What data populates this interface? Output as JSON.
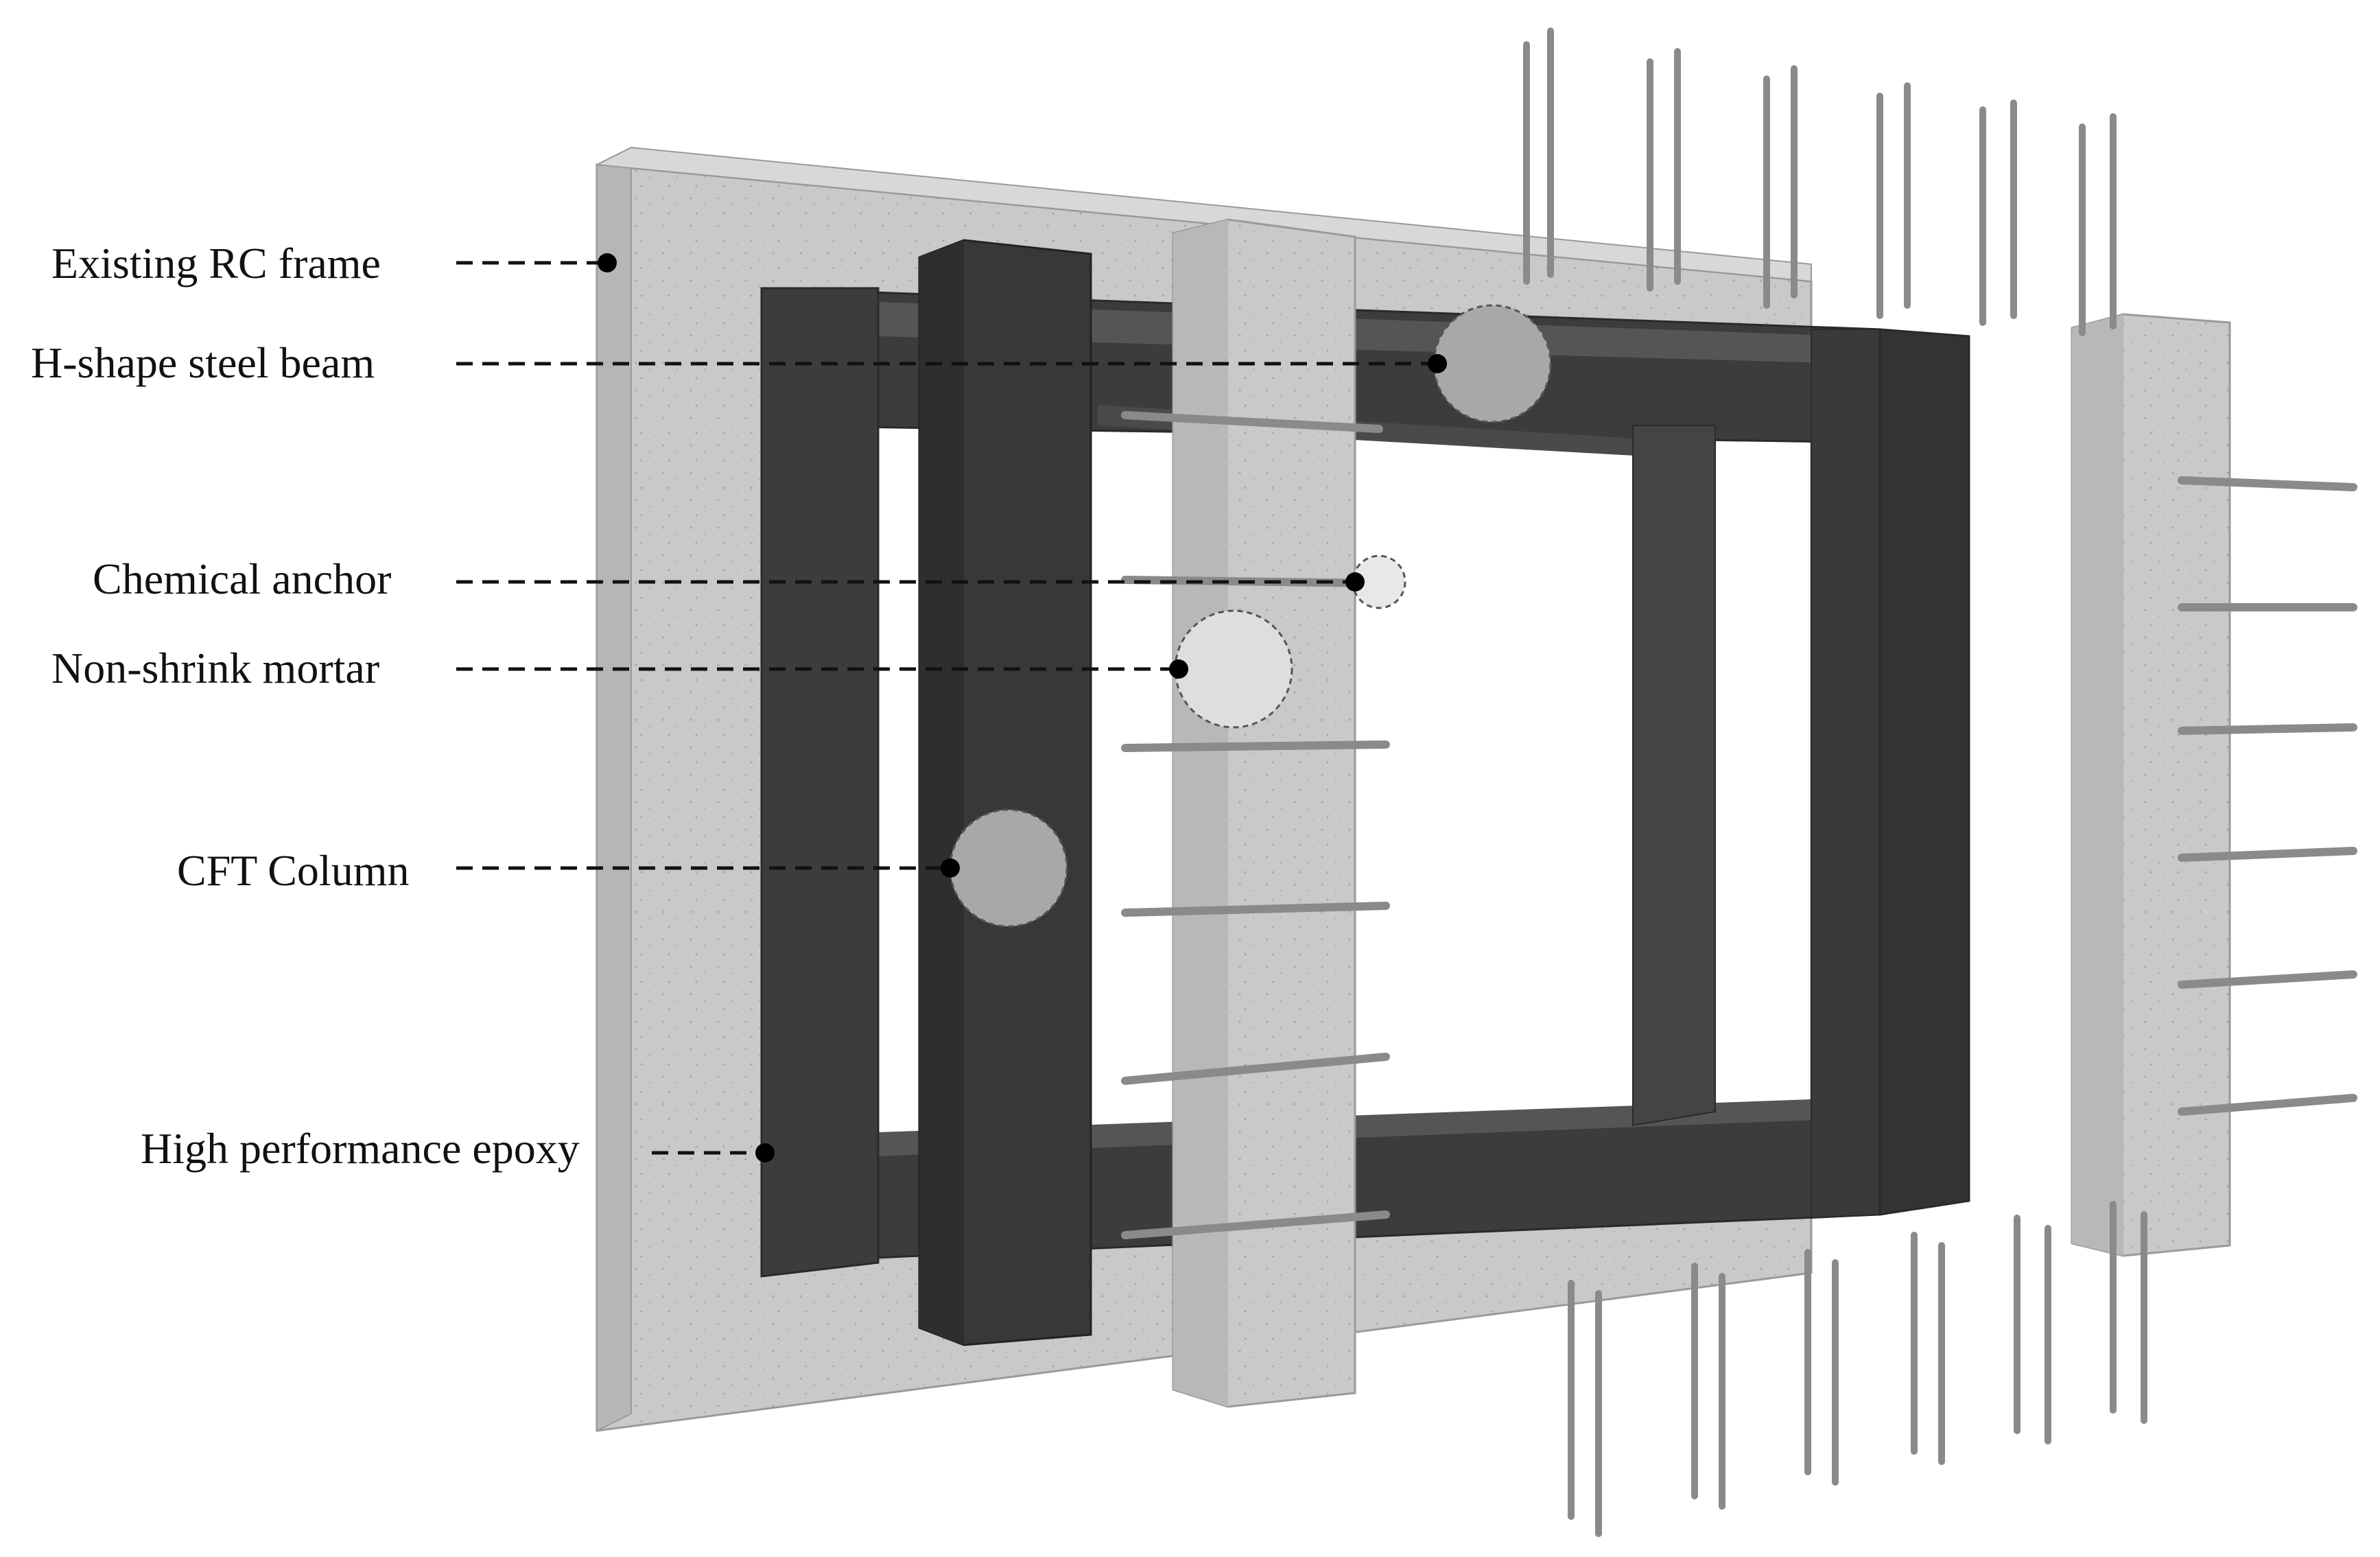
{
  "labels": {
    "existing_rc_frame": "Existing RC frame",
    "h_shape_steel_beam": "H-shape steel beam",
    "chemical_anchor": "Chemical anchor",
    "non_shrink_mortar": "Non-shrink mortar",
    "cft_column": "CFT Column",
    "high_performance_epoxy": "High performance epoxy"
  },
  "colors": {
    "concrete": "#c9c9c9",
    "concrete_shade": "#b3b3b3",
    "steel": "#3c3c3c",
    "steel_edge": "#2a2a2a",
    "rebar": "#8a8a8a",
    "leader": "#111111",
    "highlight_dark": "#a8a8a8",
    "highlight_light": "#dedede"
  }
}
